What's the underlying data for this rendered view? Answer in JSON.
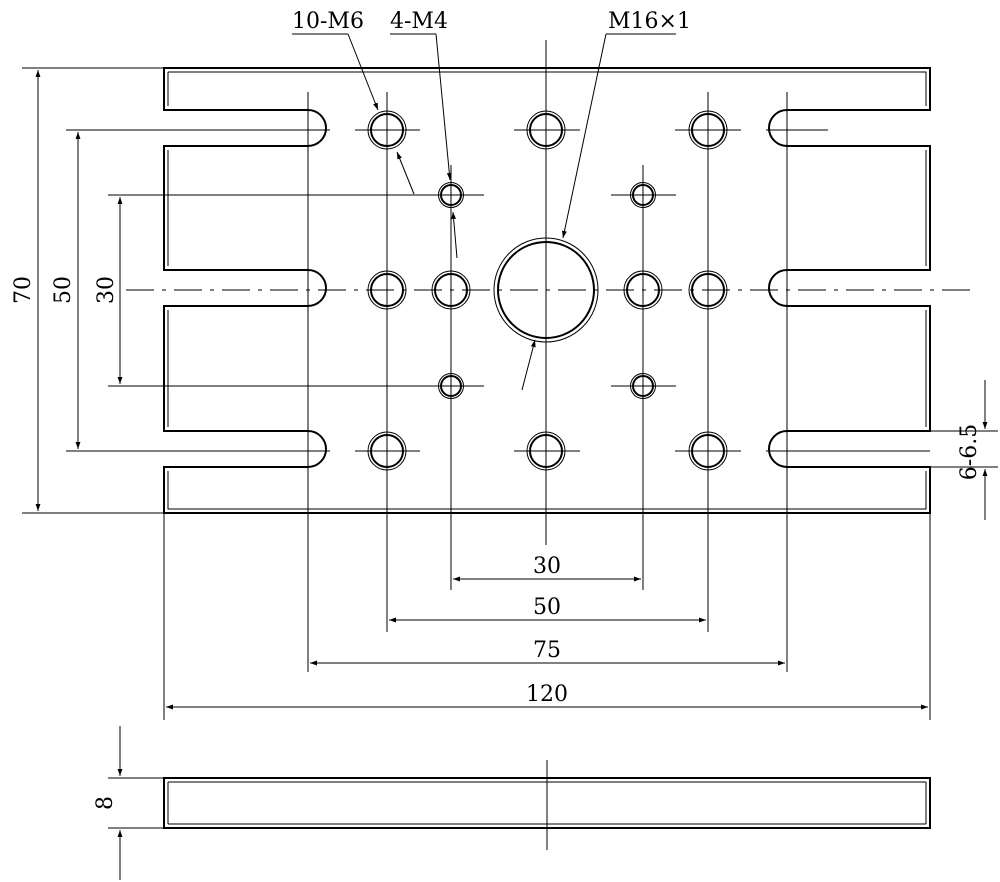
{
  "callouts": {
    "m6": "10-M6",
    "m4": "4-M4",
    "m16": "M16×1"
  },
  "dimensions": {
    "height_70": "70",
    "height_50": "50",
    "height_30": "30",
    "slot_6_6_5": "6-6.5",
    "width_30": "30",
    "width_50": "50",
    "width_75": "75",
    "width_120": "120",
    "thickness_8": "8"
  }
}
